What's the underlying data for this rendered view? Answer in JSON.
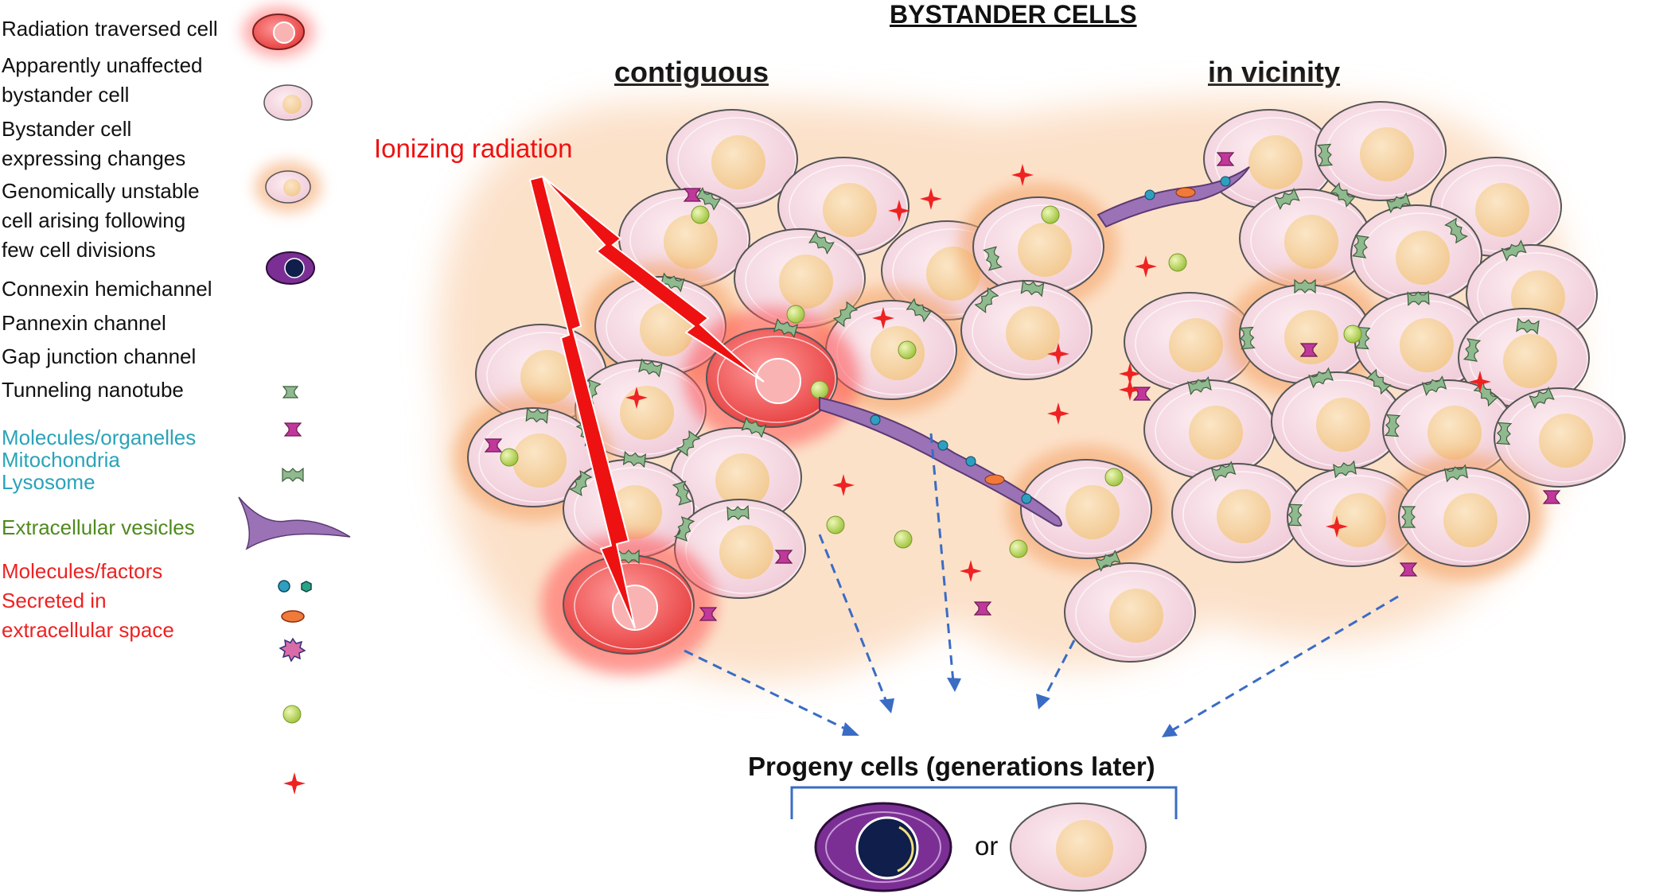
{
  "header": {
    "title": "BYSTANDER CELLS",
    "contiguous": "contiguous",
    "vicinity": "in vicinity"
  },
  "radiation_label": "Ionizing radiation",
  "progeny": {
    "label": "Progeny cells (generations later)",
    "or": "or"
  },
  "legend": {
    "radiation_traversed": "Radiation traversed cell",
    "unaffected": "Apparently unaffected\nbystander cell",
    "expressing": "Bystander cell\nexpressing changes",
    "unstable": "Genomically unstable\ncell arising following\nfew cell divisions",
    "connexin": "Connexin hemichannel",
    "pannexin": "Pannexin channel",
    "gap_junction": "Gap junction channel",
    "nanotube": "Tunneling nanotube",
    "molecules_organelles": "Molecules/organelles",
    "mitochondria": "Mitochondria",
    "lysosome": "Lysosome",
    "vesicles": "Extracellular vesicles",
    "factors": "Molecules/factors\nSecreted in\nextracellular space"
  },
  "colors": {
    "traversed": "#f04a4a",
    "bystander": "#f7dce4",
    "nucleus": "#f8d9a8",
    "expressing_glow": "#f5b27a",
    "unstable": "#7b2f94",
    "channel": "#8fb98e",
    "pannexin": "#c0389a",
    "nanotube": "#9b72b5",
    "vesicle": "#b5d64a",
    "factor": "#ee2222",
    "arrow": "#3a6cc4"
  }
}
